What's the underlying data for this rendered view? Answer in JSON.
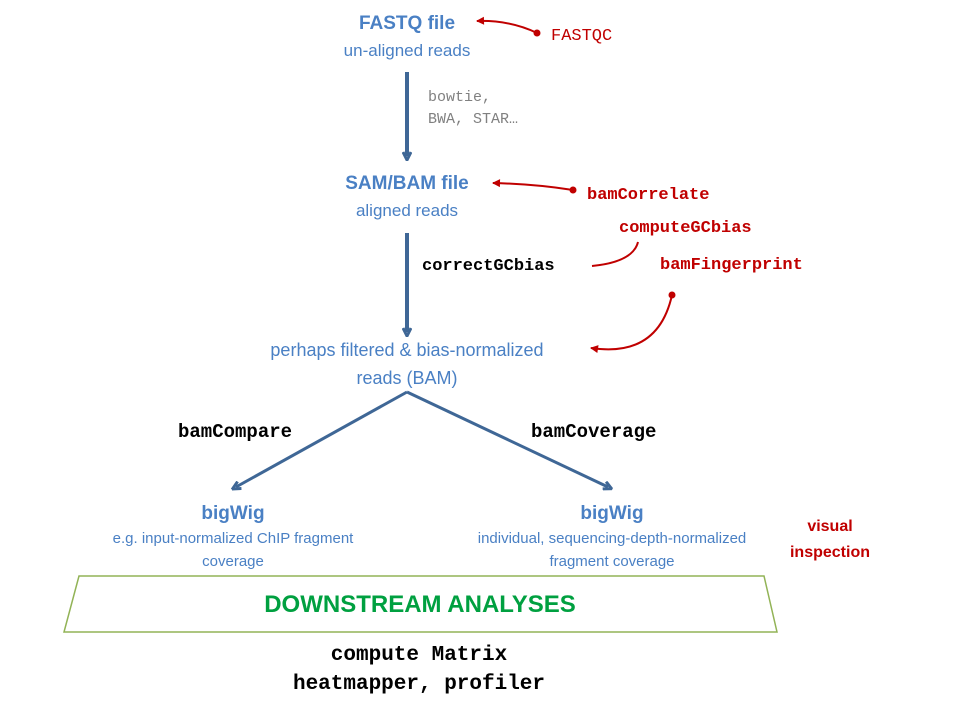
{
  "fastq": {
    "title": "FASTQ file",
    "subtitle": "un-aligned reads"
  },
  "fastqc": "FASTQC",
  "aligners": {
    "line1": "bowtie,",
    "line2": "BWA, STAR…"
  },
  "sam": {
    "title": "SAM/BAM file",
    "subtitle": "aligned reads"
  },
  "bam_correlate": "bamCorrelate",
  "compute_gc_bias": "computeGCbias",
  "correct_gc_bias": "correctGCbias",
  "bam_fingerprint": "bamFingerprint",
  "filtered": {
    "line1": "perhaps filtered & bias-normalized",
    "line2": "reads (BAM)"
  },
  "bam_compare": "bamCompare",
  "bam_coverage": "bamCoverage",
  "bigwig_left": {
    "title": "bigWig",
    "desc": "e.g. input-normalized ChIP fragment coverage"
  },
  "bigwig_right": {
    "title": "bigWig",
    "desc": "individual, sequencing-depth-normalized fragment coverage"
  },
  "visual_inspection": {
    "line1": "visual",
    "line2": "inspection"
  },
  "downstream": "DOWNSTREAM ANALYSES",
  "bottom": {
    "line1": "compute Matrix",
    "line2": "heatmapper, profiler"
  },
  "colors": {
    "flow_arrow": "#3f6796",
    "red_arrow": "#c00000",
    "banner_border": "#92b356"
  }
}
